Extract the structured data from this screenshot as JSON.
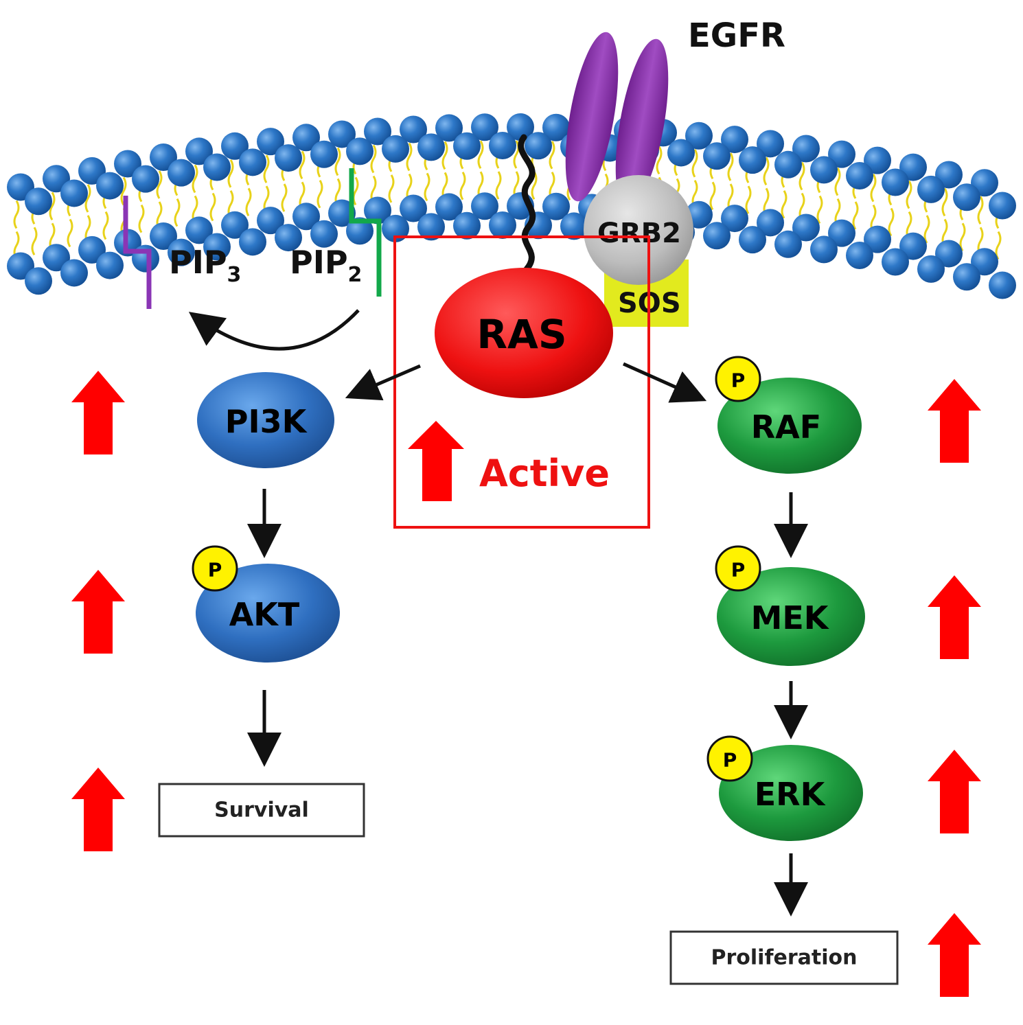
{
  "labels": {
    "egfr": "EGFR",
    "grb2": "GRB2",
    "sos": "SOS",
    "pip3": "PIP",
    "pip3_sub": "3",
    "pip2": "PIP",
    "pip2_sub": "2",
    "active": "Active"
  },
  "nodes": {
    "ras": "RAS",
    "pi3k": "PI3K",
    "akt": "AKT",
    "raf": "RAF",
    "mek": "MEK",
    "erk": "ERK"
  },
  "phospho": "P",
  "outcomes": {
    "survival": "Survival",
    "proliferation": "Proliferation"
  },
  "colors": {
    "membrane_head": "#2e78c8",
    "lipid_tail": "#e8d21a",
    "egfr": "#8a35a8",
    "grb2": "#b9b9b9",
    "sos": "#e2ea1e",
    "ras": "#ee1111",
    "pi3k_akt": "#2f6fc0",
    "raf_mek_erk": "#1d9a3e",
    "phospho": "#fff200",
    "up_arrow": "#ff0000",
    "pip3_line": "#8a35b5",
    "pip2_line": "#12a84a"
  }
}
